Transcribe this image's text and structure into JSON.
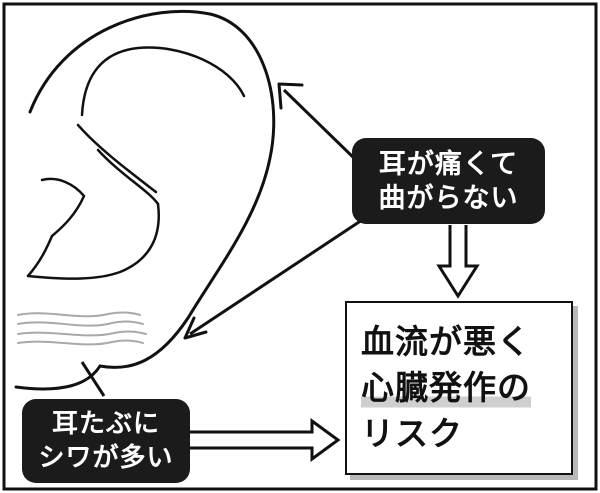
{
  "callouts": {
    "ear_pain": {
      "line1": "耳が痛くて",
      "line2": "曲がらない"
    },
    "earlobe_wrinkle": {
      "line1": "耳たぶに",
      "line2": "シワが多い"
    }
  },
  "result": {
    "line1": "血流が悪く",
    "line2": "心臓発作の",
    "line3": "リスク"
  },
  "colors": {
    "background": "#ffffff",
    "ink": "#111111",
    "callout_fill": "#1b1b1b",
    "callout_text": "#ffffff",
    "wrinkle_lines": "#a9a9a9",
    "shadow": "#b9b9b9"
  }
}
